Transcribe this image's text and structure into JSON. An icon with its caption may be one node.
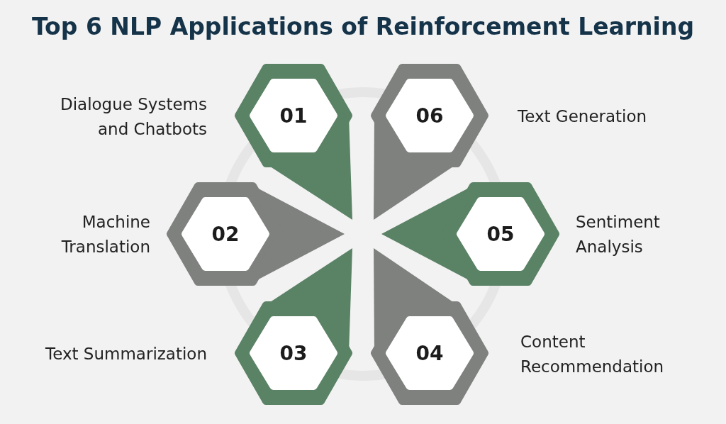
{
  "diagram": {
    "title": "Top 6 NLP Applications of Reinforcement Learning",
    "nodes": [
      {
        "text": [
          "01"
        ],
        "beside": [
          "Dialogue Systems and Chatbots"
        ]
      },
      {
        "text": [
          "02"
        ],
        "beside": [
          "Machine Translation"
        ]
      },
      {
        "text": [
          "03"
        ],
        "beside": [
          "Text Summarization"
        ]
      },
      {
        "text": [
          "04"
        ],
        "beside": [
          "Content Recommendation"
        ]
      },
      {
        "text": [
          "05"
        ],
        "beside": [
          "Sentiment Analysis"
        ]
      },
      {
        "text": [
          "06"
        ],
        "beside": [
          "Text Generation"
        ]
      }
    ]
  }
}
